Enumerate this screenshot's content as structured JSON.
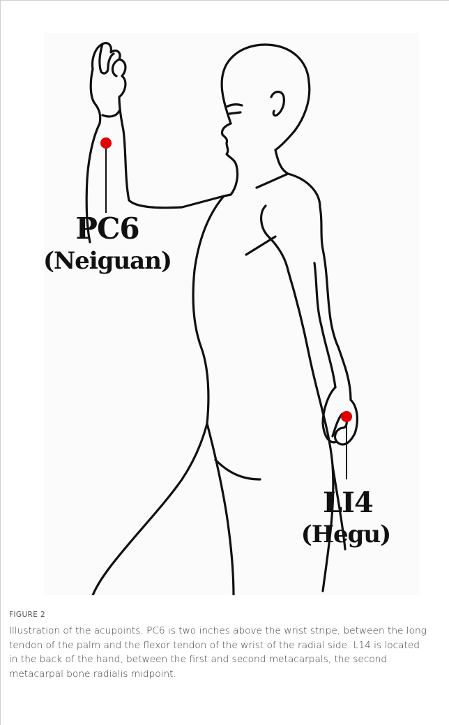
{
  "figure": {
    "label": "FIGURE 2",
    "caption": "Illustration of the acupoints. PC6 is two inches above the wrist stripe, between the long tendon of the palm and the flexor tendon of the wrist of the radial side. L14 is located in the back of the hand, between the first and second metacarpals, the second metacarpal bone radialis midpoint."
  },
  "illustration": {
    "points": [
      {
        "code": "PC6",
        "name": "(Neiguan)"
      },
      {
        "code": "LI4",
        "name": "(Hegu)"
      }
    ],
    "marker_color": "#e00000",
    "line_color": "#111111"
  }
}
